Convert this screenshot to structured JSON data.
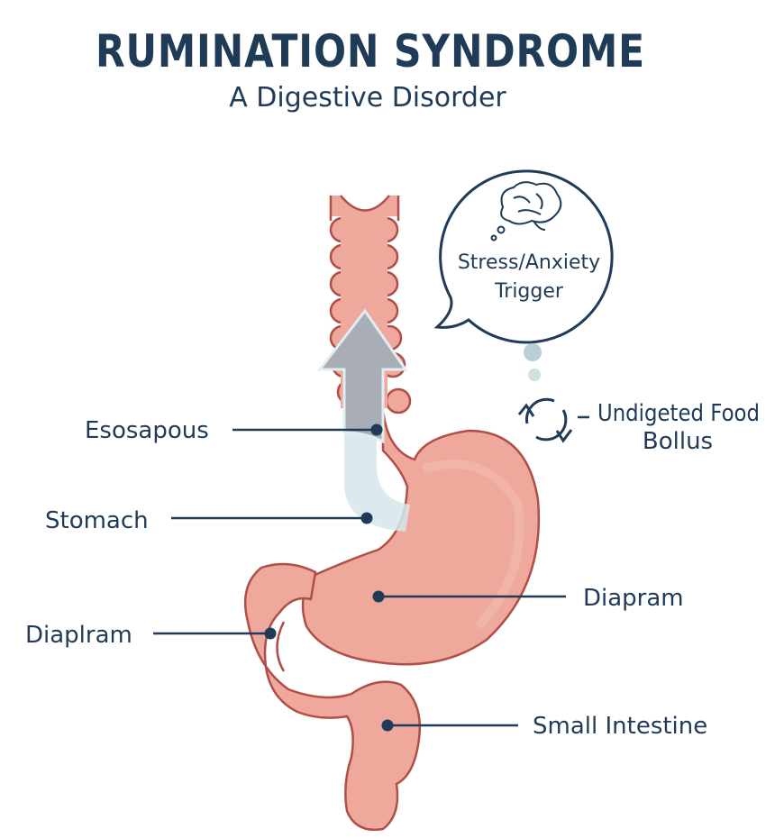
{
  "title": "RUMINATION SYNDROME",
  "subtitle": "A Digestive Disorder",
  "bubble": {
    "line1": "Stress/Anxiety",
    "line2": "Trigger",
    "icon": "brain-icon"
  },
  "cycle": {
    "icon": "cycle-arrows-icon",
    "line1": "Undigeted Food",
    "line2": "Bollus"
  },
  "labels": {
    "esophagus": "Esosapous",
    "stomach": "Stomach",
    "diaphragm_right": "Diapram",
    "diaphragm_left": "Diaplram",
    "small_intestine": "Small Intestine"
  },
  "colors": {
    "navy": "#1f3b57",
    "organ": "#eea89c",
    "organ_outline": "#b04e48",
    "arrow": "#a9adb5",
    "reflux": "#d6e6ea"
  }
}
